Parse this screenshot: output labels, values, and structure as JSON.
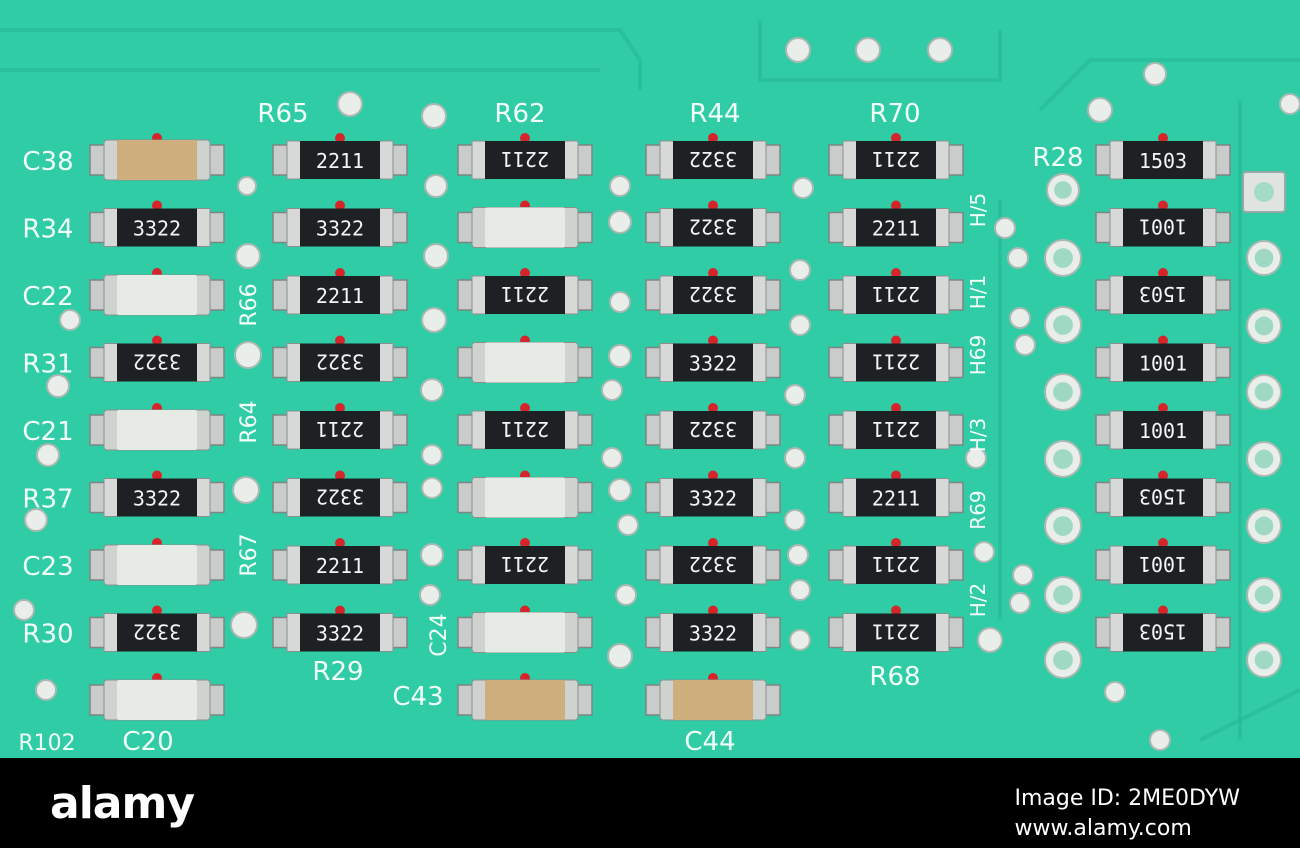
{
  "colors": {
    "board": "#2fcca6",
    "board_dark": "#25b792",
    "silkscreen": "#f2fff9",
    "resistor_body": "#1e2124",
    "resistor_text": "#f4f4f4",
    "capacitor_white": "#e7ebe6",
    "capacitor_tan": "#cfae7e",
    "pad": "#c9ccca",
    "glue": "#d6252a",
    "footer": "#000000"
  },
  "watermark": {
    "brand": "alamy",
    "image_id": "Image ID: 2ME0DYW",
    "site": "www.alamy.com"
  },
  "columns": [
    {
      "top_label": "R65",
      "bottom_label": "R29",
      "row_labels": [
        "C38",
        "R34",
        "C22",
        "R31",
        "C21",
        "R37",
        "C23",
        "R30",
        "C20"
      ],
      "components": [
        {
          "kind": "cap",
          "shade": "tan"
        },
        {
          "kind": "res",
          "code": "3322"
        },
        {
          "kind": "cap",
          "shade": "white"
        },
        {
          "kind": "res",
          "code": "3322",
          "flip": true
        },
        {
          "kind": "cap",
          "shade": "white"
        },
        {
          "kind": "res",
          "code": "3322"
        },
        {
          "kind": "cap",
          "shade": "white"
        },
        {
          "kind": "res",
          "code": "3322",
          "flip": true
        },
        {
          "kind": "cap",
          "shade": "white"
        }
      ]
    },
    {
      "top_label": "R62",
      "bottom_label": "",
      "components": [
        {
          "kind": "res",
          "code": "2211"
        },
        {
          "kind": "res",
          "code": "3322"
        },
        {
          "kind": "res",
          "code": "2211"
        },
        {
          "kind": "res",
          "code": "3322",
          "flip": true
        },
        {
          "kind": "res",
          "code": "2211",
          "flip": true
        },
        {
          "kind": "res",
          "code": "3322",
          "flip": true
        },
        {
          "kind": "res",
          "code": "2211"
        },
        {
          "kind": "res",
          "code": "3322"
        }
      ]
    },
    {
      "top_label": "R44",
      "bottom_label": "C43",
      "components": [
        {
          "kind": "res",
          "code": "2211",
          "flip": true
        },
        {
          "kind": "cap",
          "shade": "white"
        },
        {
          "kind": "res",
          "code": "2211",
          "flip": true
        },
        {
          "kind": "cap",
          "shade": "white"
        },
        {
          "kind": "res",
          "code": "2211",
          "flip": true
        },
        {
          "kind": "cap",
          "shade": "white"
        },
        {
          "kind": "res",
          "code": "2211",
          "flip": true
        },
        {
          "kind": "cap",
          "shade": "white"
        },
        {
          "kind": "cap",
          "shade": "tan"
        }
      ]
    },
    {
      "top_label": "R70",
      "bottom_label": "C44",
      "components": [
        {
          "kind": "res",
          "code": "3322",
          "flip": true
        },
        {
          "kind": "res",
          "code": "3322",
          "flip": true
        },
        {
          "kind": "res",
          "code": "3322",
          "flip": true
        },
        {
          "kind": "res",
          "code": "3322"
        },
        {
          "kind": "res",
          "code": "3322",
          "flip": true
        },
        {
          "kind": "res",
          "code": "3322"
        },
        {
          "kind": "res",
          "code": "3322",
          "flip": true
        },
        {
          "kind": "res",
          "code": "3322"
        },
        {
          "kind": "cap",
          "shade": "tan"
        }
      ]
    },
    {
      "top_label": "",
      "bottom_label": "R68",
      "components": [
        {
          "kind": "res",
          "code": "2211",
          "flip": true
        },
        {
          "kind": "res",
          "code": "2211"
        },
        {
          "kind": "res",
          "code": "2211",
          "flip": true
        },
        {
          "kind": "res",
          "code": "2211",
          "flip": true
        },
        {
          "kind": "res",
          "code": "2211",
          "flip": true
        },
        {
          "kind": "res",
          "code": "2211"
        },
        {
          "kind": "res",
          "code": "2211",
          "flip": true
        },
        {
          "kind": "res",
          "code": "2211",
          "flip": true
        }
      ]
    },
    {
      "top_label": "R28",
      "bottom_label": "",
      "components": [
        {
          "kind": "res",
          "code": "1503"
        },
        {
          "kind": "res",
          "code": "1001",
          "flip": true
        },
        {
          "kind": "res",
          "code": "1503",
          "flip": true
        },
        {
          "kind": "res",
          "code": "1001"
        },
        {
          "kind": "res",
          "code": "1001"
        },
        {
          "kind": "res",
          "code": "1503",
          "flip": true
        },
        {
          "kind": "res",
          "code": "1001",
          "flip": true
        },
        {
          "kind": "res",
          "code": "1503",
          "flip": true
        }
      ]
    }
  ],
  "side_labels": [
    "R66",
    "R64",
    "R67",
    "C24",
    "R102",
    "H/5",
    "H/1",
    "H/3",
    "H/2",
    "H69",
    "R69"
  ]
}
